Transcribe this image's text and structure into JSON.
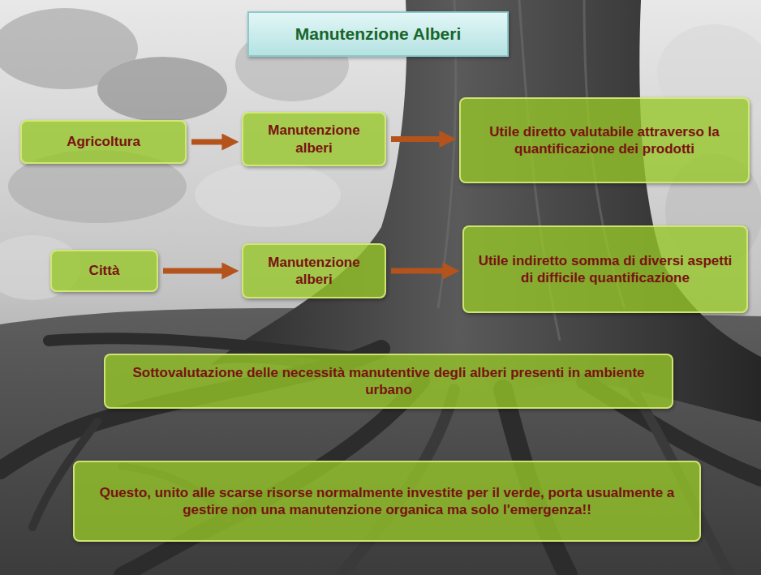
{
  "diagram": {
    "title": "Manutenzione Alberi",
    "nodes": [
      {
        "text": [
          "Agricoltura"
        ]
      },
      {
        "text": [
          "Manutenzione alberi"
        ]
      },
      {
        "text": [
          "Utile diretto valutabile attraverso la quantificazione dei prodotti"
        ]
      },
      {
        "text": [
          "Città"
        ]
      },
      {
        "text": [
          "Manutenzione alberi"
        ]
      },
      {
        "text": [
          "Utile indiretto somma di diversi aspetti di difficile quantificazione"
        ]
      },
      {
        "text": [
          "Sottovalutazione delle necessità manutentive degli alberi presenti in ambiente urbano"
        ]
      },
      {
        "text": [
          "Questo, unito alle scarse risorse normalmente investite per il verde, porta usualmente a gestire non una manutenzione organica ma solo l'emergenza!!"
        ]
      }
    ],
    "edges": [
      {
        "from": 0,
        "to": 1,
        "arrow": "to"
      },
      {
        "from": 1,
        "to": 2,
        "arrow": "to"
      },
      {
        "from": 3,
        "to": 4,
        "arrow": "to"
      },
      {
        "from": 4,
        "to": 5,
        "arrow": "to"
      }
    ]
  }
}
